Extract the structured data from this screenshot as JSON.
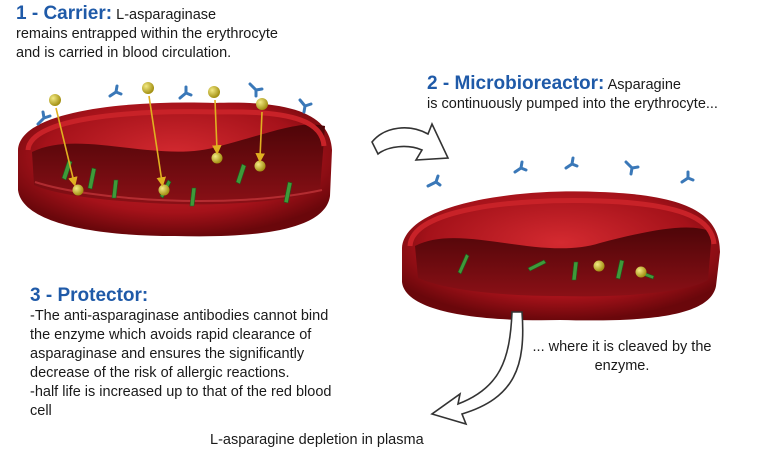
{
  "carrier": {
    "heading": "1 - Carrier:",
    "prefix": "L",
    "text_first": "-asparaginase",
    "lines": [
      "remains entrapped within the erythrocyte",
      "and is carried in blood circulation."
    ]
  },
  "microbioreactor": {
    "heading": "2 - Microbioreactor:",
    "text_first": "Asparagine",
    "lines": [
      "is continuously pumped into the erythrocyte..."
    ]
  },
  "protector": {
    "heading": "3 - Protector:",
    "lines": [
      "-The anti-asparaginase antibodies cannot bind",
      "the enzyme which avoids rapid clearance of",
      "asparaginase and ensures the significantly",
      "decrease of the risk of allergic reactions.",
      "-half life is increased up to that of the red blood",
      "cell"
    ]
  },
  "cleaved": {
    "lines": [
      "... where it is cleaved by the",
      "enzyme."
    ]
  },
  "depletion": {
    "prefix": "L",
    "text": "-asparagine depletion in plasma"
  },
  "colors": {
    "heading": "#1f5aa8",
    "cell_outer": "#b0141c",
    "cell_inner": "#6e0c10",
    "enzyme": "#3f9a3a",
    "asparagine": "#c8b41c",
    "antibody": "#3a78b8",
    "arrow": "#e0b020"
  }
}
